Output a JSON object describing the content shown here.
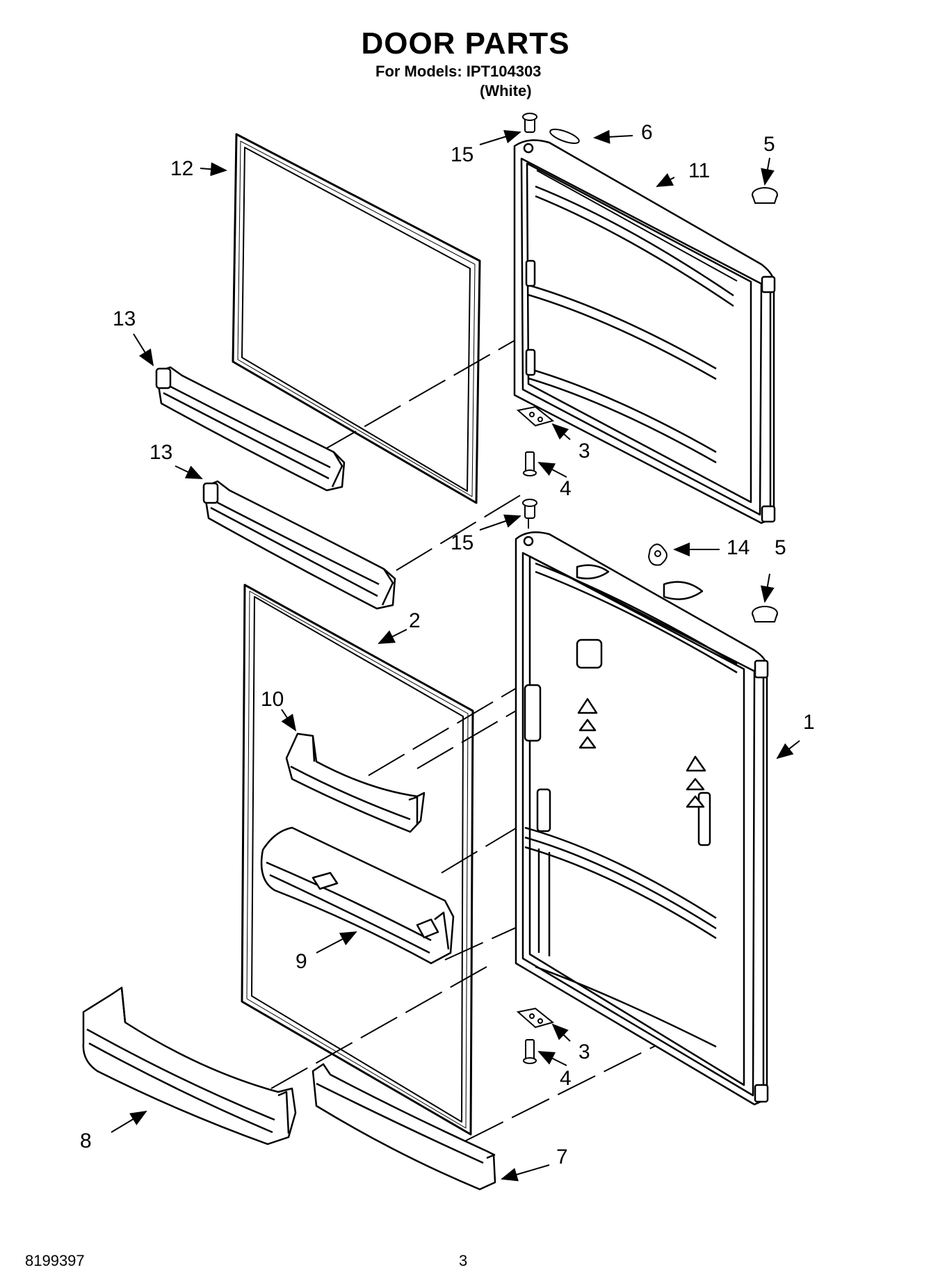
{
  "header": {
    "title": "DOOR PARTS",
    "models_line": "For Models: IPT104303",
    "color_line": "(White)"
  },
  "callouts": {
    "c1": "1",
    "c2": "2",
    "c3a": "3",
    "c3b": "3",
    "c4a": "4",
    "c4b": "4",
    "c5a": "5",
    "c5b": "5",
    "c6": "6",
    "c7": "7",
    "c8": "8",
    "c9": "9",
    "c10": "10",
    "c11": "11",
    "c12": "12",
    "c13a": "13",
    "c13b": "13",
    "c14": "14",
    "c15a": "15",
    "c15b": "15"
  },
  "footer": {
    "doc_number": "8199397",
    "page_number": "3"
  }
}
